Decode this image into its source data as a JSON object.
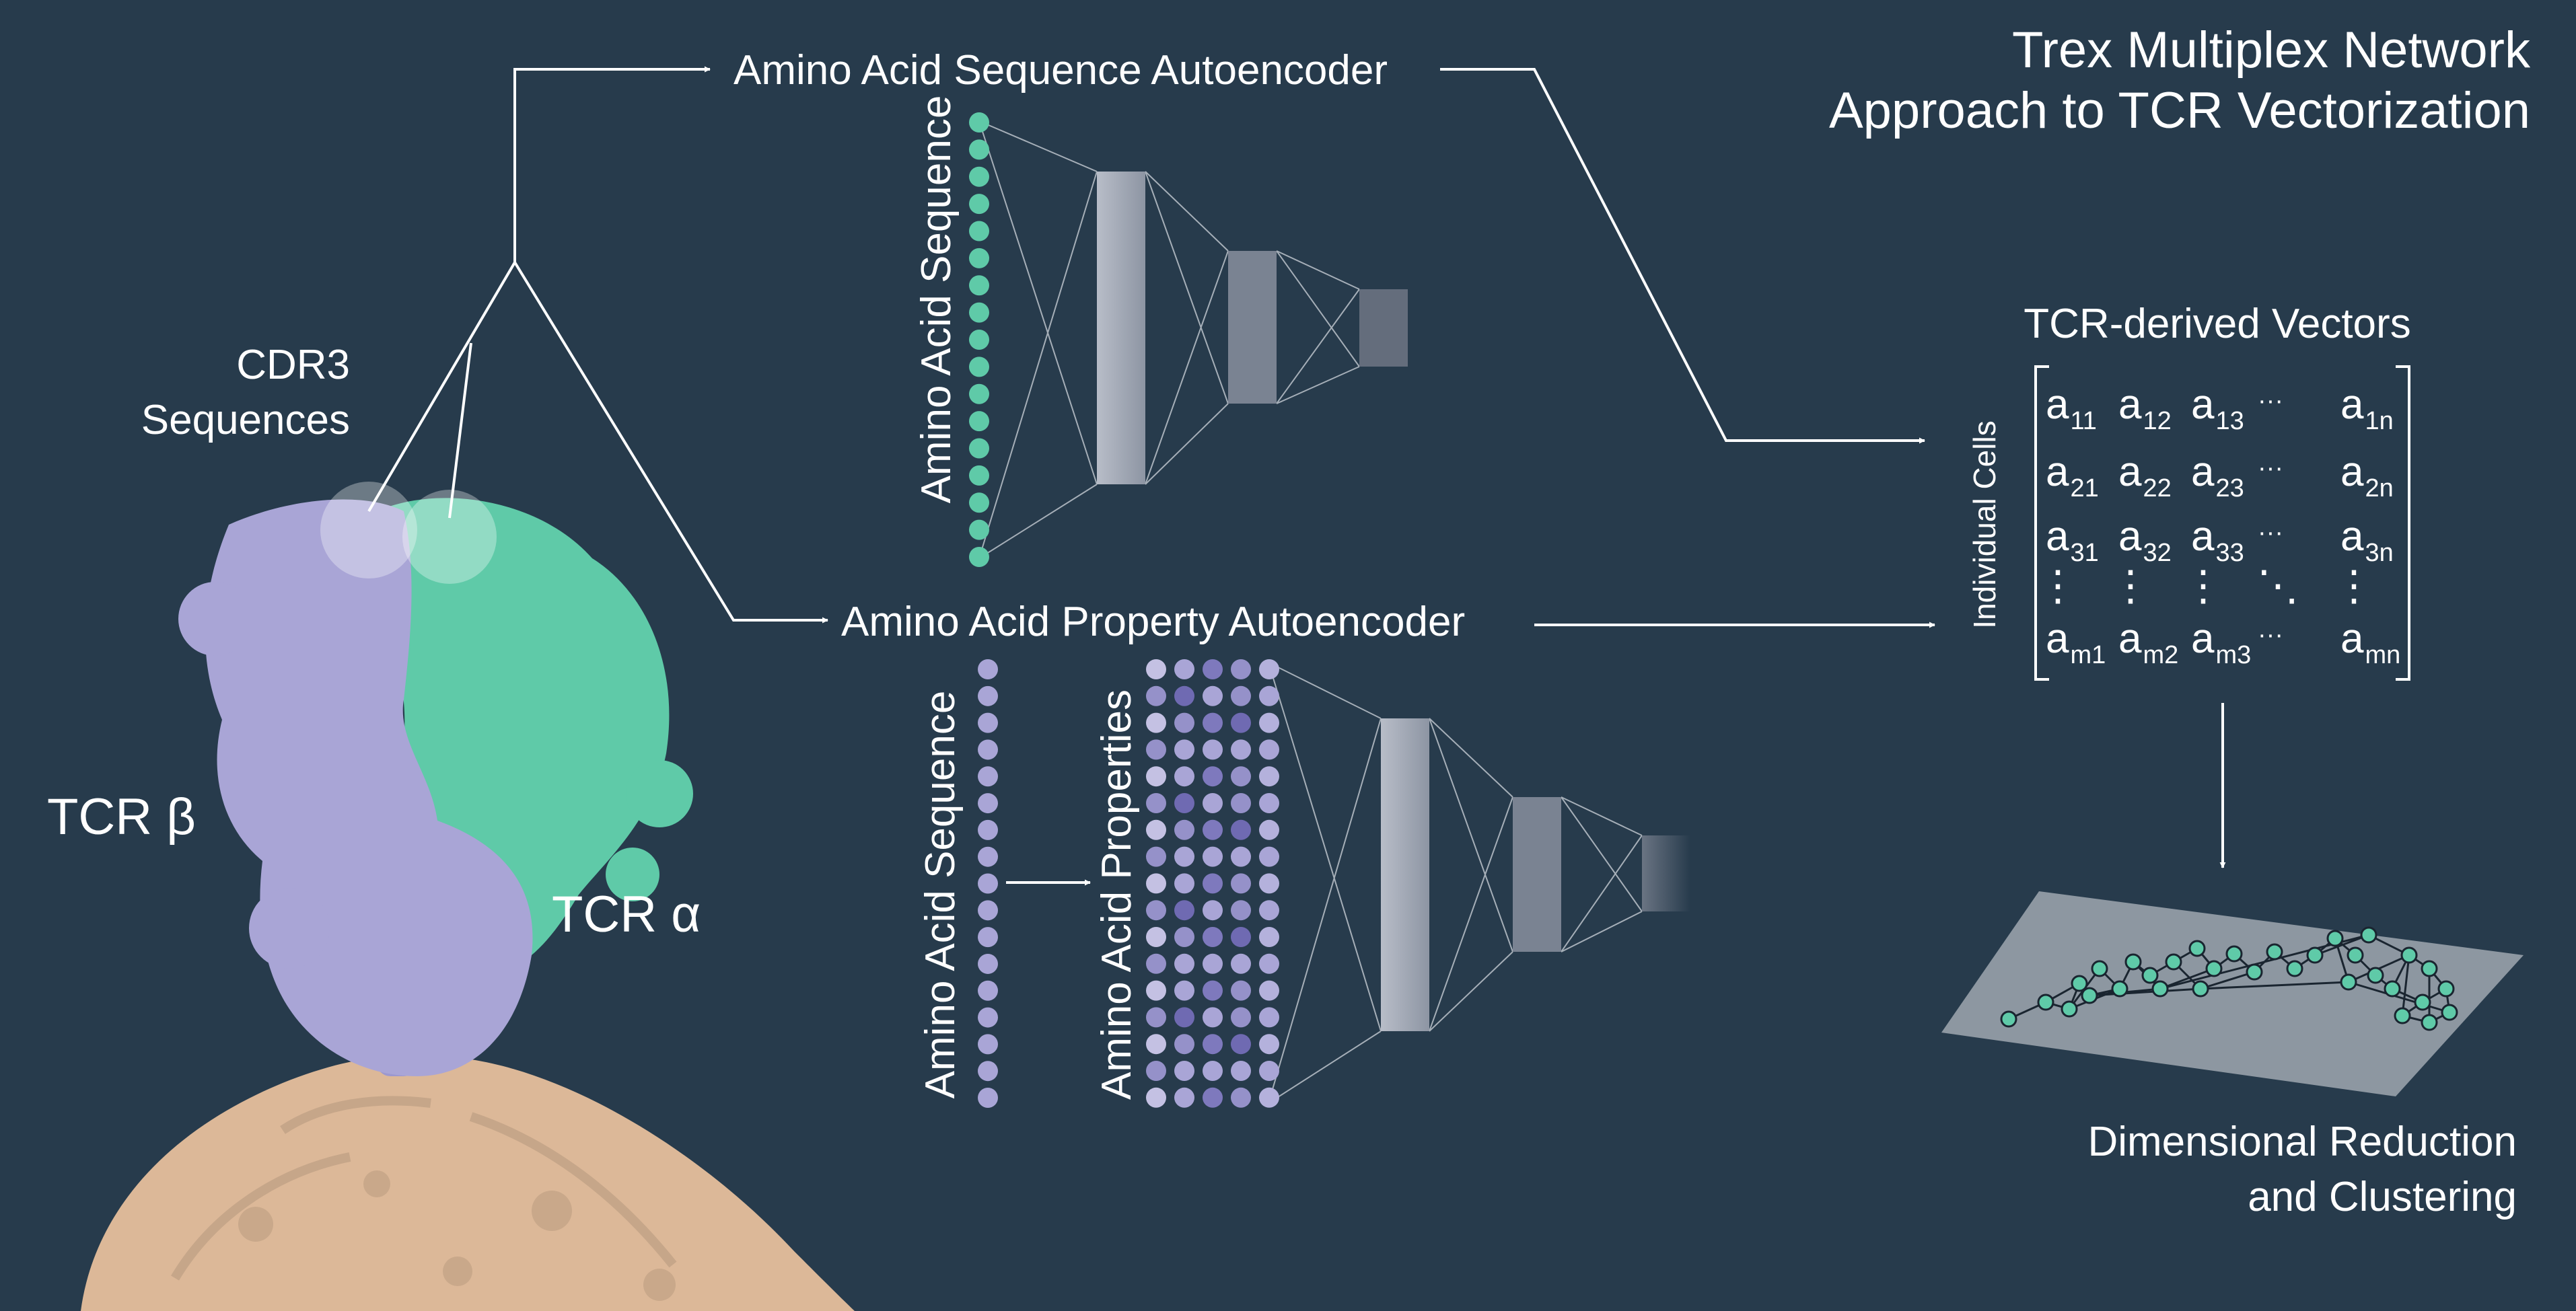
{
  "title": {
    "line1": "Trex Multiplex Network",
    "line2": "Approach to TCR Vectorization"
  },
  "cdr3": {
    "line1": "CDR3",
    "line2": "Sequences"
  },
  "tcr_beta": "TCR β",
  "tcr_alpha": "TCR α",
  "seq_autoencoder": {
    "label": "Amino Acid Sequence Autoencoder",
    "input_label": "Amino Acid Sequence"
  },
  "prop_autoencoder": {
    "label": "Amino Acid Property Autoencoder",
    "input_label": "Amino Acid Sequence",
    "properties_label": "Amino Acid Properties"
  },
  "vectors": {
    "title": "TCR-derived Vectors",
    "row_axis_label": "Individual Cells",
    "letter": "a",
    "ellipsis": "···",
    "vdots": "⋮",
    "ddots": "⋱",
    "rows": [
      [
        "11",
        "12",
        "13",
        "1n"
      ],
      [
        "21",
        "22",
        "23",
        "2n"
      ],
      [
        "31",
        "32",
        "33",
        "3n"
      ],
      [
        "m1",
        "m2",
        "m3",
        "mn"
      ]
    ]
  },
  "output": {
    "line1": "Dimensional Reduction",
    "line2": "and Clustering"
  },
  "colors": {
    "background": "#273b4c",
    "teal": "#5fcaa8",
    "lavender": "#a9a5d6",
    "cell": "#dcb898",
    "network_plane": "#8d97a1"
  }
}
